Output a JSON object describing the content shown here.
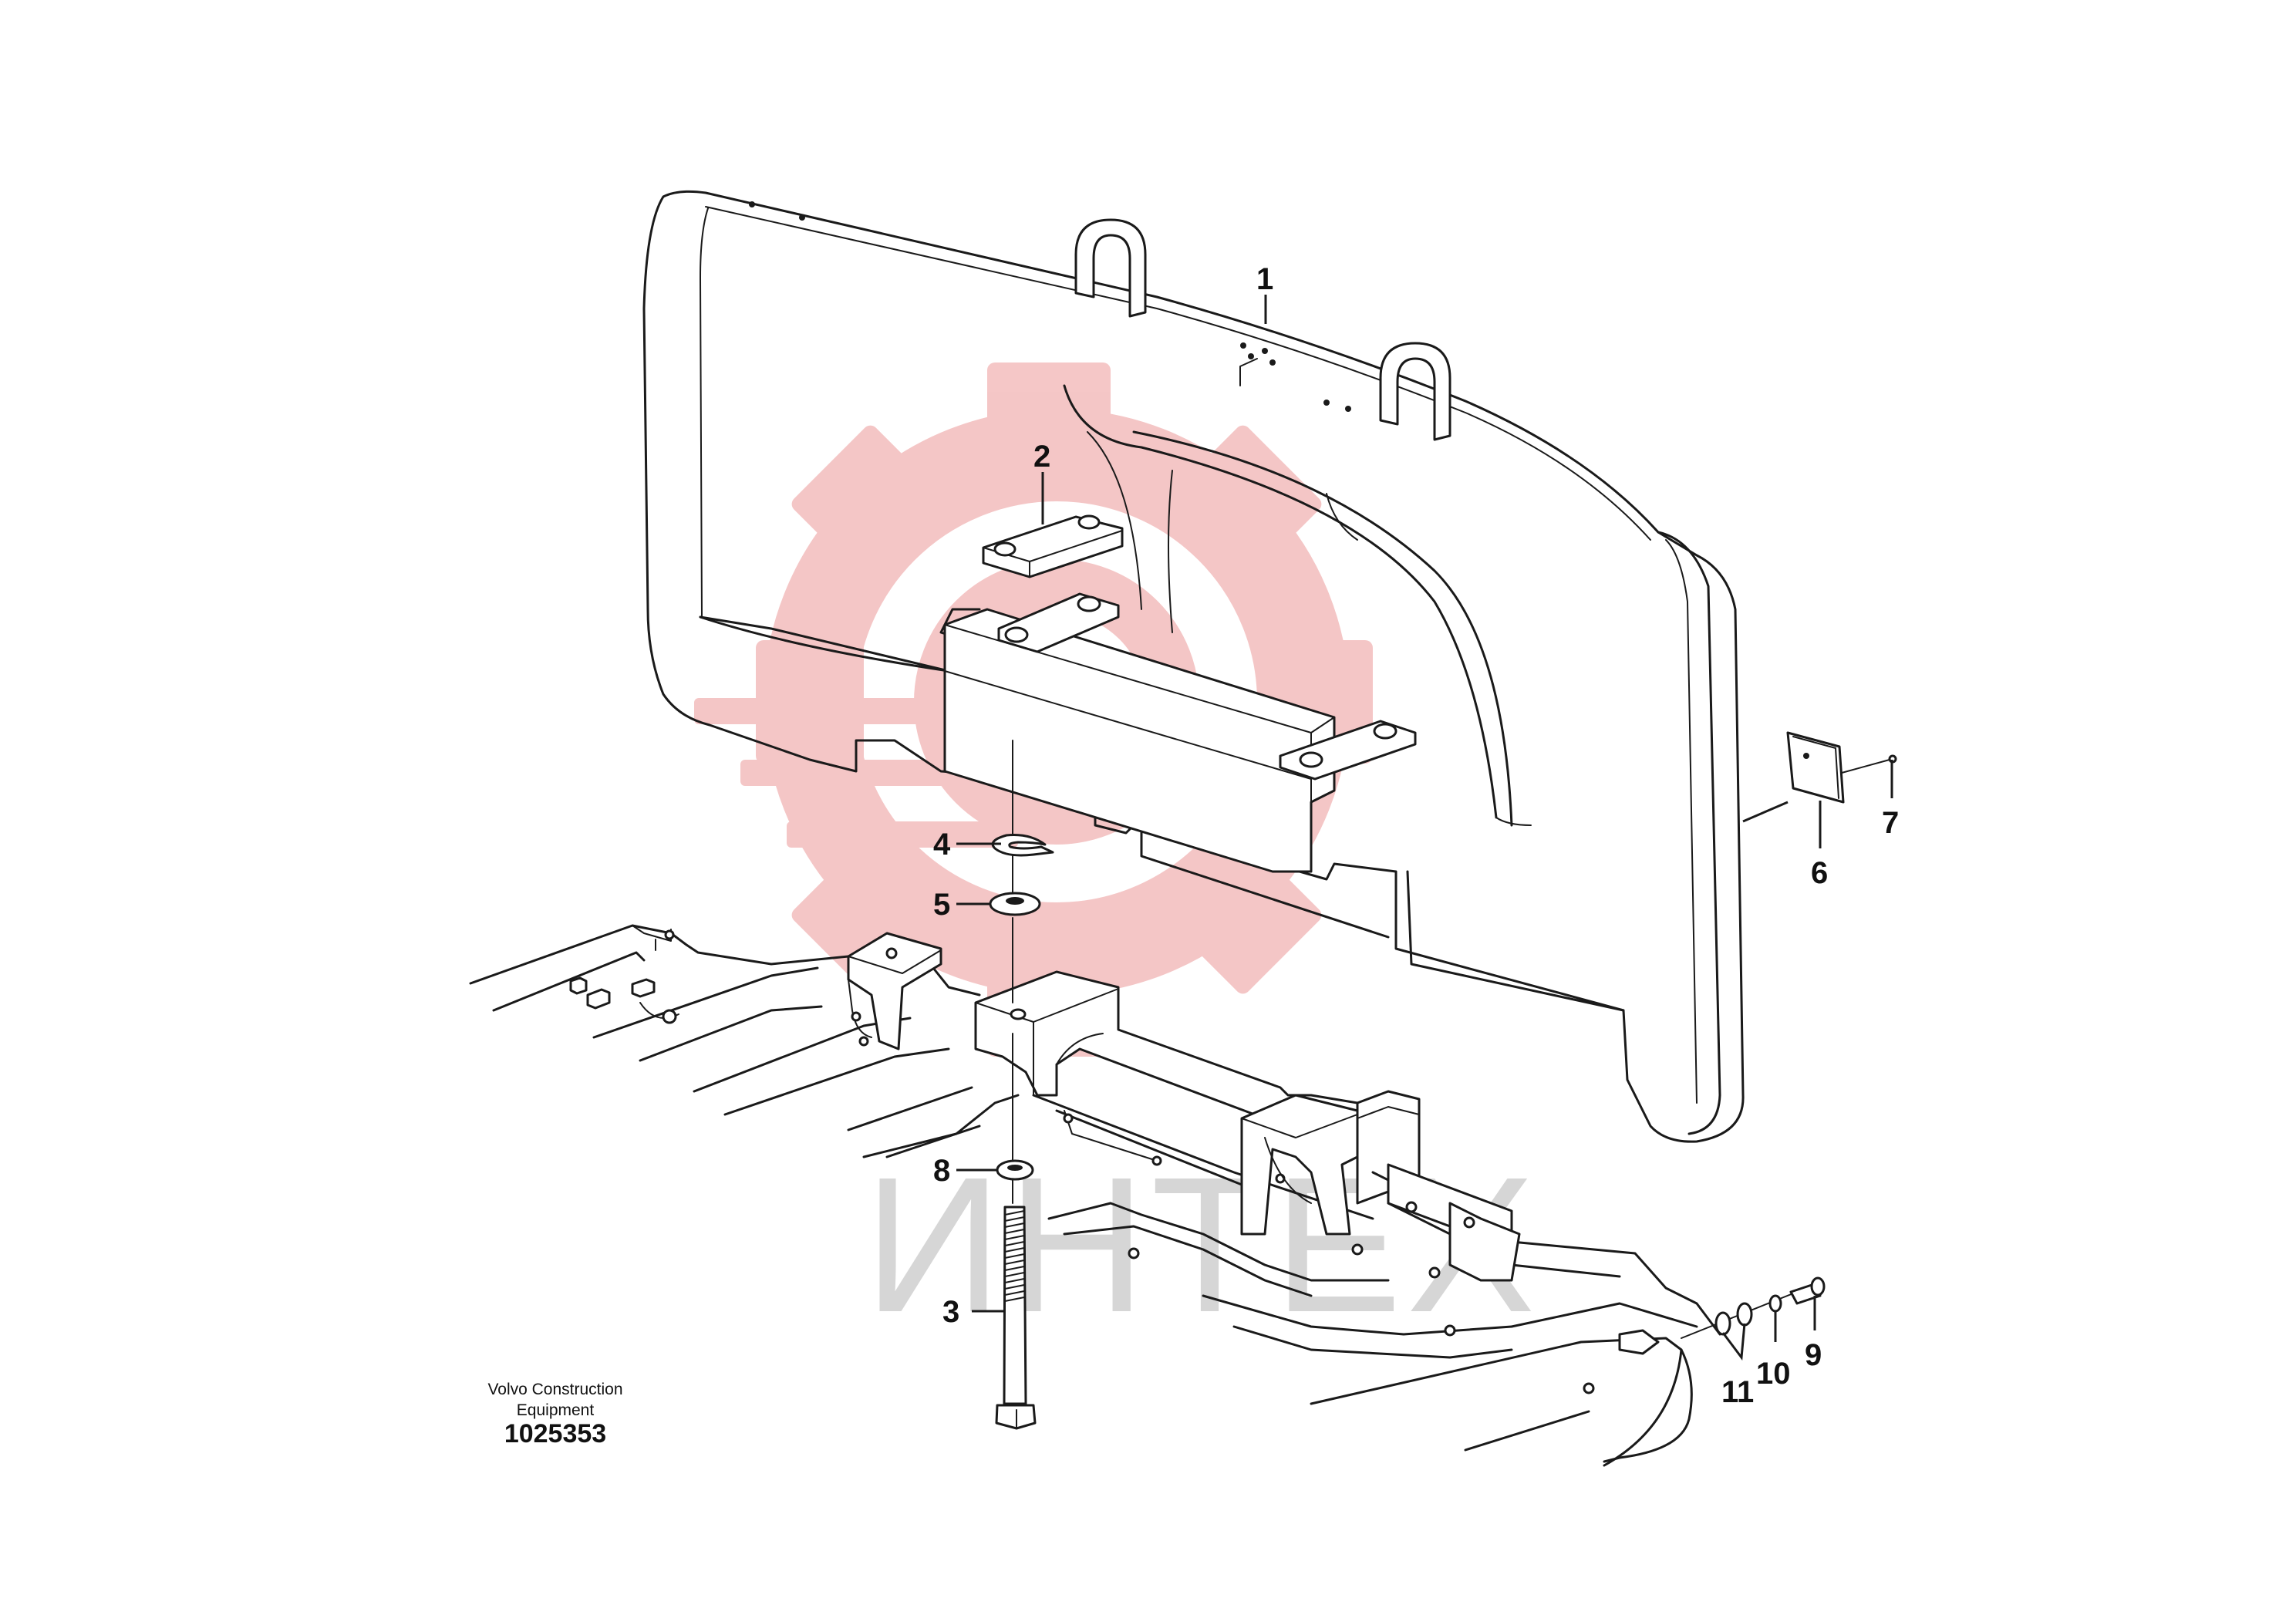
{
  "callouts": {
    "c1": "1",
    "c2": "2",
    "c3": "3",
    "c4": "4",
    "c5": "5",
    "c6": "6",
    "c7": "7",
    "c8": "8",
    "c9": "9",
    "c10": "10",
    "c11": "11"
  },
  "caption": {
    "manufacturer_line1": "Volvo Construction",
    "manufacturer_line2": "Equipment",
    "drawing_number": "1025353"
  },
  "watermark": {
    "text": "ИНТЕХ",
    "logo_color": "#f2b8b8",
    "text_color": "#d6d6d6"
  }
}
